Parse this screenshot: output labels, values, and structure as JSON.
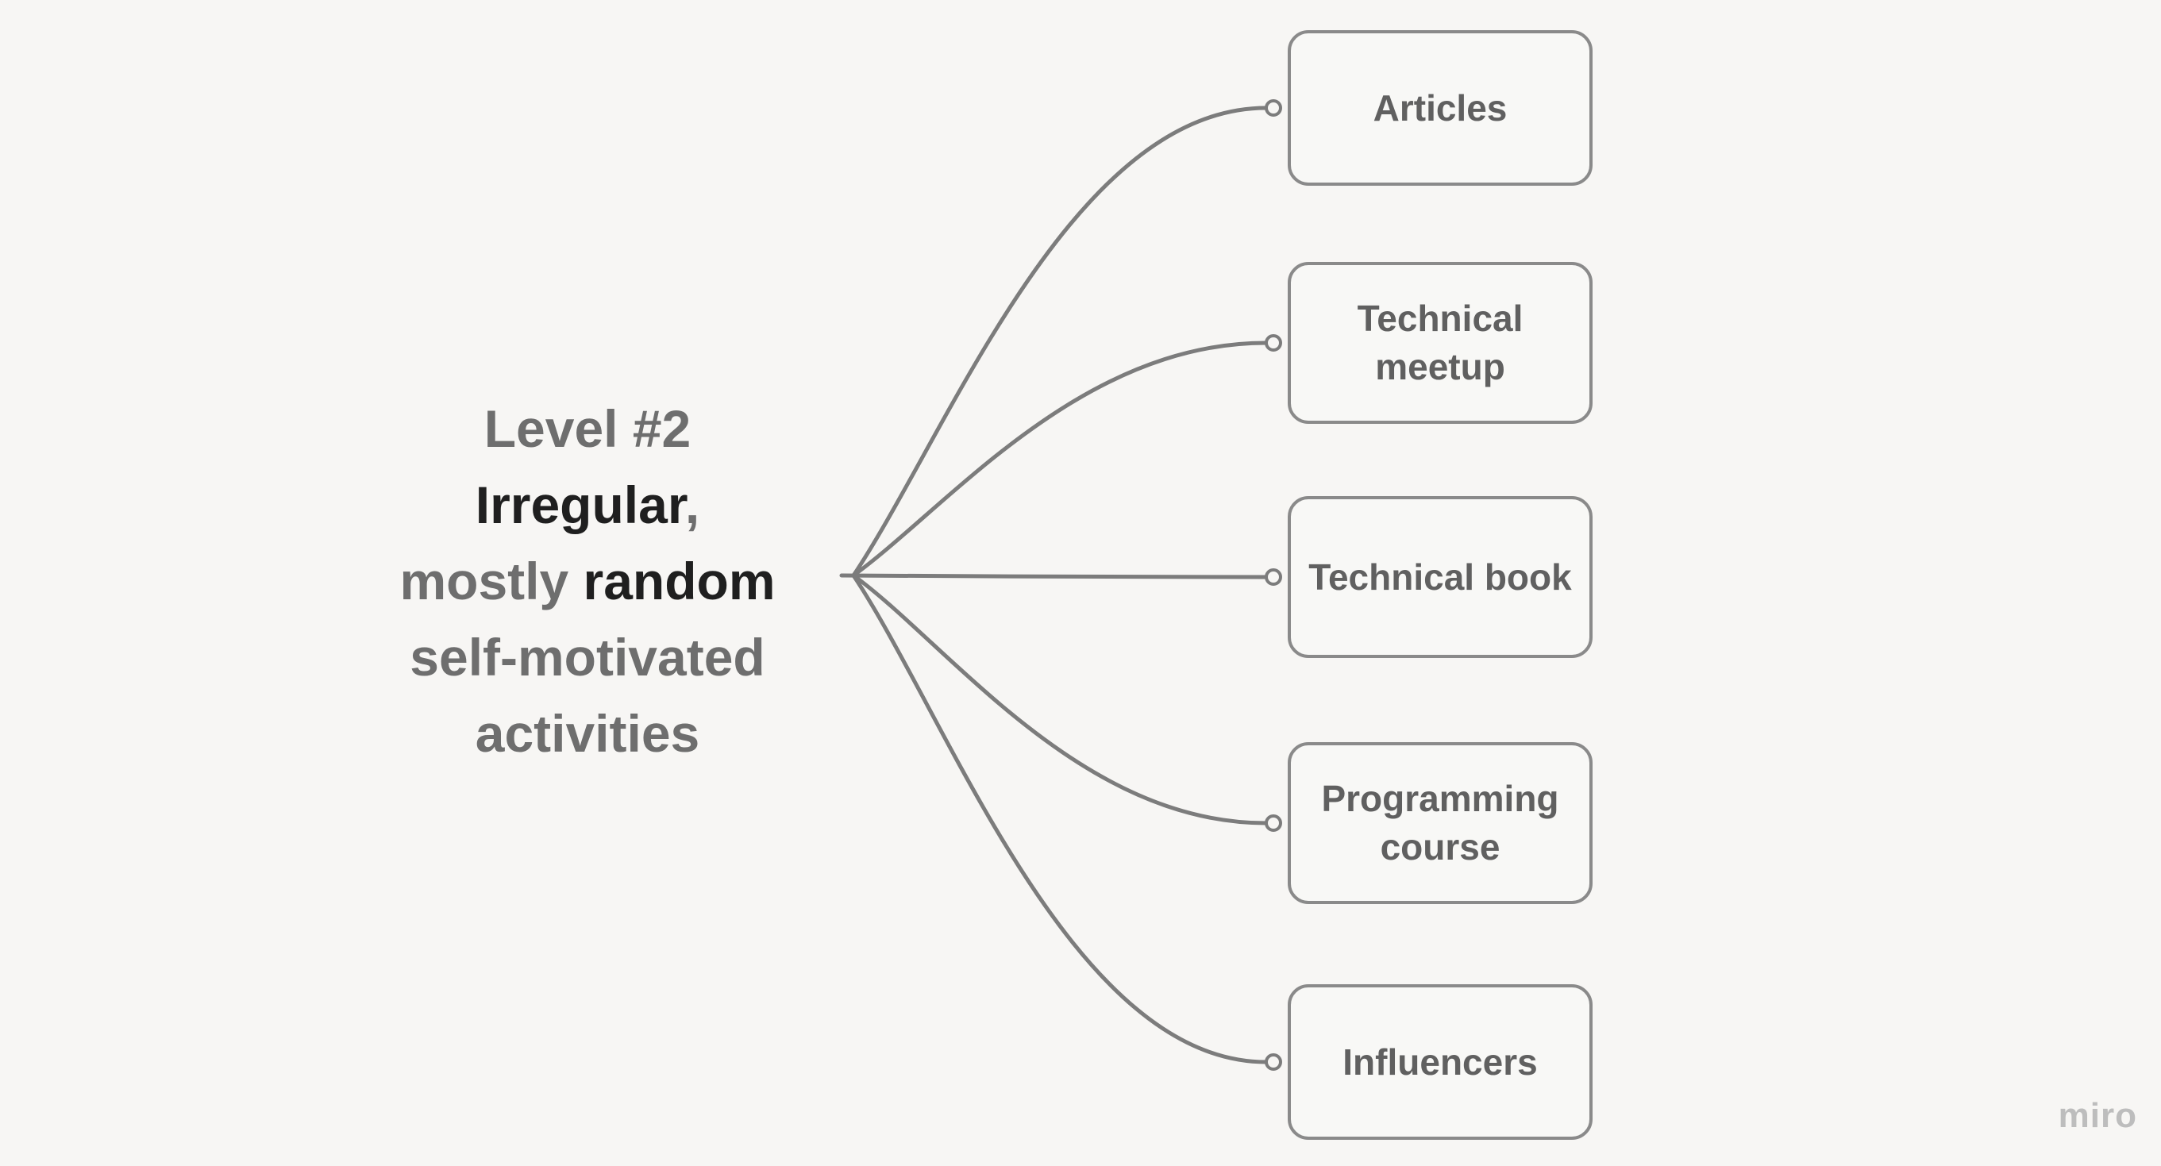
{
  "root": {
    "line1": "Level #2",
    "line2_emph": "Irregular",
    "line2_rest": ",",
    "line3_pre": "mostly ",
    "line3_emph": "random",
    "line4": "self-motivated",
    "line5": "activities"
  },
  "nodes": [
    {
      "label": "Articles"
    },
    {
      "label": "Technical meetup"
    },
    {
      "label": "Technical book"
    },
    {
      "label": "Programming course"
    },
    {
      "label": "Influencers"
    }
  ],
  "watermark": "miro",
  "colors": {
    "background": "#f7f6f4",
    "connector": "#7c7c7c",
    "node_border": "#8a8a8a",
    "node_text": "#606060",
    "root_text_gray": "#6e6e6e",
    "root_text_dark": "#1f1f1f",
    "watermark": "#bdbdbd"
  }
}
